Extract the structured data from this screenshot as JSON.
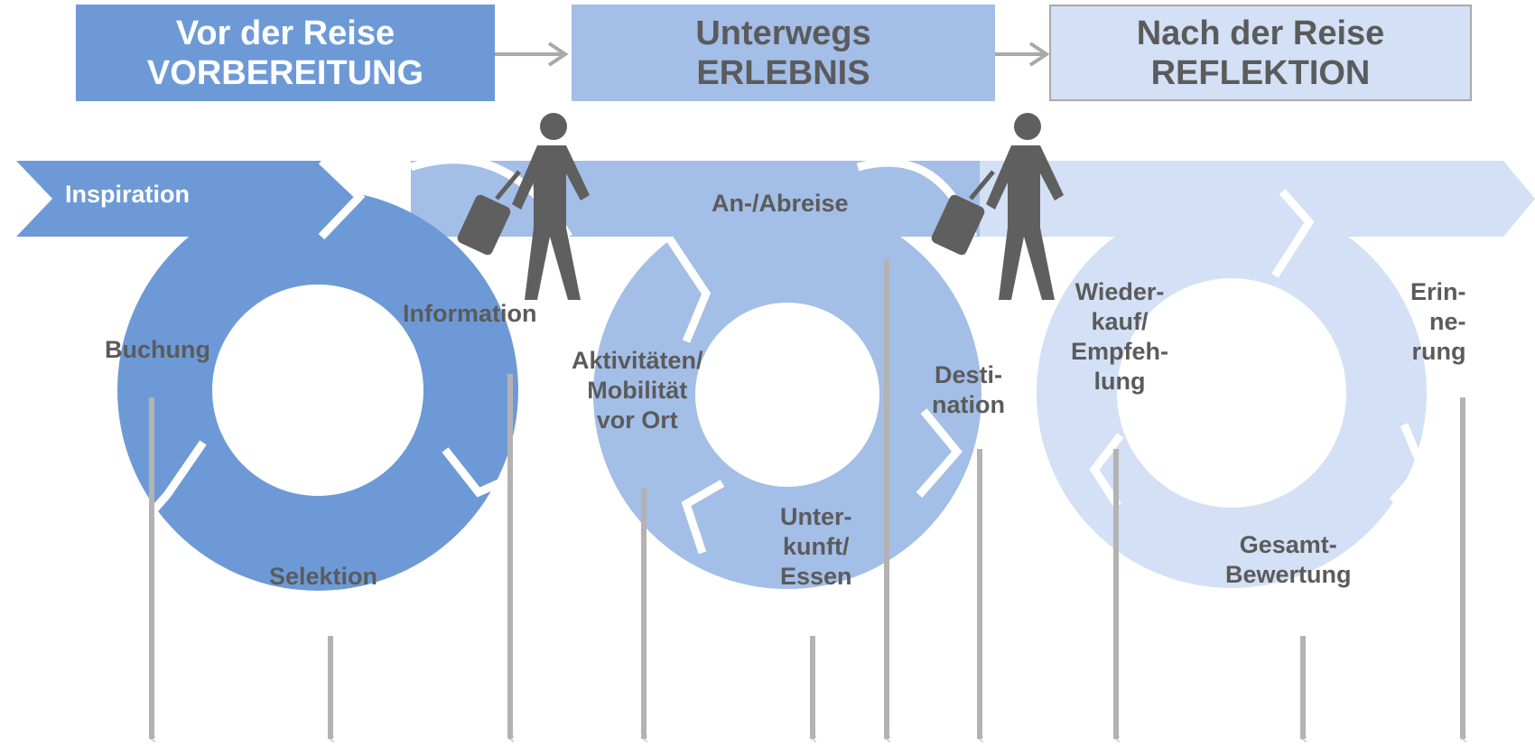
{
  "phases": [
    {
      "line1": "Vor der Reise",
      "line2": "VORBEREITUNG"
    },
    {
      "line1": "Unterwegs",
      "line2": "ERLEBNIS"
    },
    {
      "line1": "Nach der Reise",
      "line2": "REFLEKTION"
    }
  ],
  "banner": {
    "label": "Inspiration"
  },
  "travel_label": "An-/Abreise",
  "stages": {
    "buchung": [
      "Buchung"
    ],
    "information": [
      "Information"
    ],
    "selektion": [
      "Selektion"
    ],
    "aktivitaeten": [
      "Aktivitäten/",
      "Mobilität",
      "vor Ort"
    ],
    "destination": [
      "Desti-",
      "nation"
    ],
    "unterkunft": [
      "Unter-",
      "kunft/",
      "Essen"
    ],
    "wiederkauf": [
      "Wieder-",
      "kauf/",
      "Empfeh-",
      "lung"
    ],
    "erinnerung": [
      "Erin-",
      "ne-",
      "rung"
    ],
    "gesamtbewertung": [
      "Gesamt-",
      "Bewertung"
    ]
  },
  "colors": {
    "dark": "#6d9ad6",
    "mid": "#a3bee7",
    "light": "#d3e0f5",
    "phase_light_border": "#a9a9a9",
    "arrow_gray": "#b3b3b3",
    "text_white": "#ffffff",
    "text_gray": "#5b5b5b",
    "traveler": "#5f5f5f"
  },
  "icons": [
    "traveler-with-suitcase-icon",
    "traveler-with-suitcase-icon"
  ]
}
